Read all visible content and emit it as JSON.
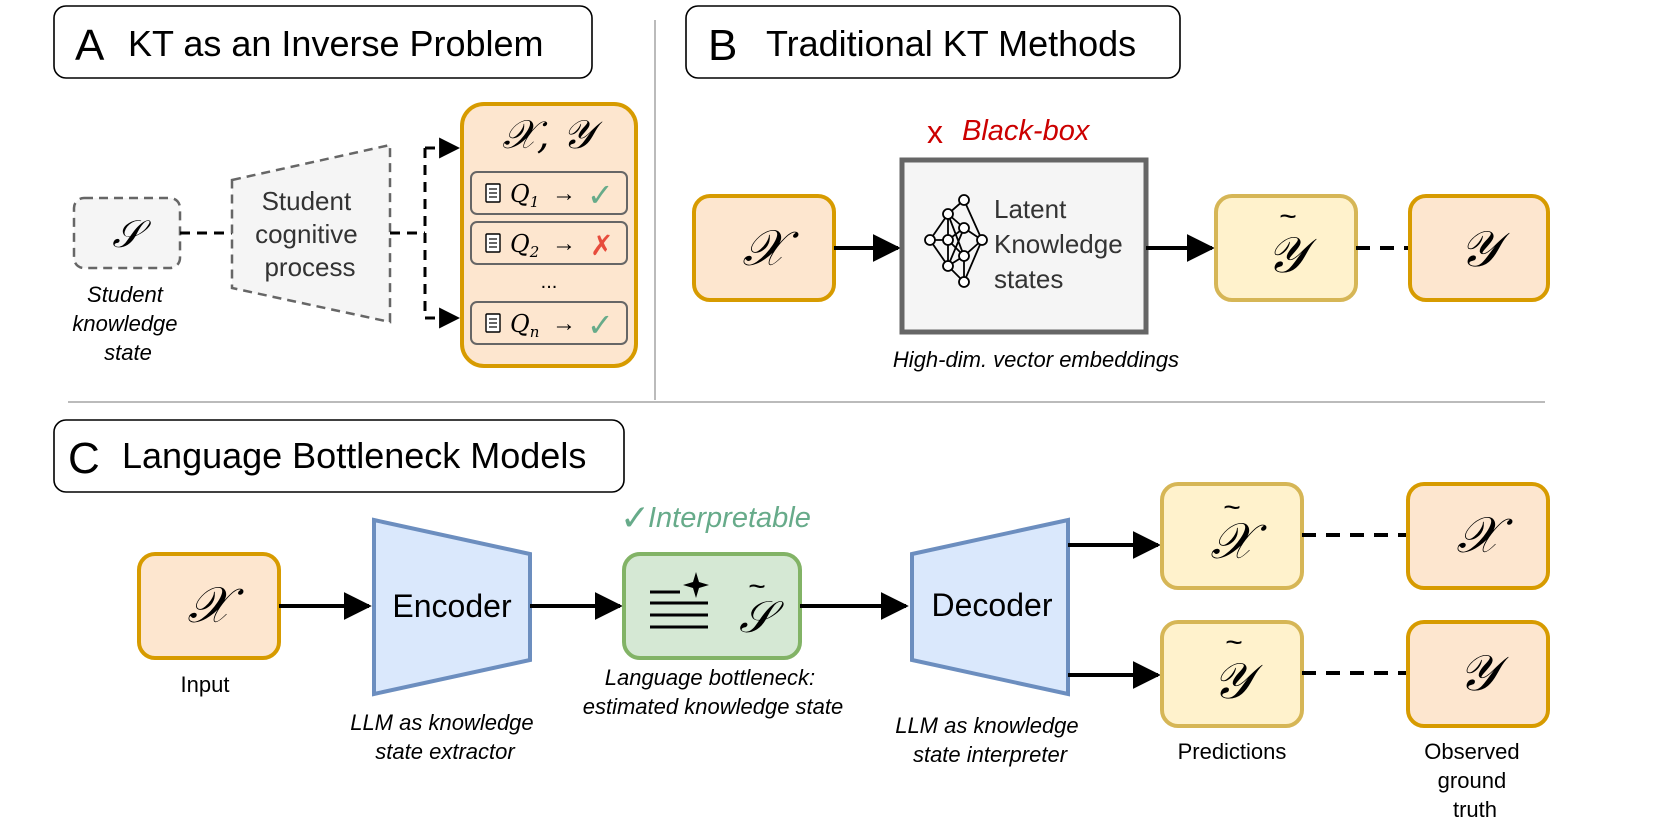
{
  "panels": {
    "a": {
      "letter": "A",
      "title": "KT as an Inverse Problem"
    },
    "b": {
      "letter": "B",
      "title": "Traditional KT Methods"
    },
    "c": {
      "letter": "C",
      "title": "Language Bottleneck Models"
    }
  },
  "panel_a": {
    "state_symbol": "𝒮",
    "state_caption": [
      "Student",
      "knowledge",
      "state"
    ],
    "process_label": [
      "Student",
      "cognitive",
      "process"
    ],
    "observation_header": "𝒳, 𝒴",
    "questions": [
      {
        "q": "Q",
        "sub": "1",
        "arrow": "→",
        "result": "✓"
      },
      {
        "q": "Q",
        "sub": "2",
        "arrow": "→",
        "result": "✗"
      },
      {
        "q": "Q",
        "sub": "n",
        "arrow": "→",
        "result": "✓"
      }
    ],
    "ellipsis": "..."
  },
  "panel_b": {
    "input_symbol": "𝒳",
    "blackbox_mark": "x",
    "blackbox_label": "Black-box",
    "latent_label": [
      "Latent",
      "Knowledge",
      "states"
    ],
    "latent_caption": "High-dim. vector embeddings",
    "prediction_symbol": "𝒴",
    "prediction_tilde": "~",
    "target_symbol": "𝒴"
  },
  "panel_c": {
    "input_symbol": "𝒳",
    "input_caption": "Input",
    "encoder_label": "Encoder",
    "encoder_caption": [
      "LLM as knowledge",
      "state extractor"
    ],
    "interpretable_mark": "✓",
    "interpretable_label": "Interpretable",
    "bottleneck_symbol": "𝒮",
    "bottleneck_tilde": "~",
    "bottleneck_caption": [
      "Language bottleneck:",
      "estimated knowledge state"
    ],
    "decoder_label": "Decoder",
    "decoder_caption": [
      "LLM as knowledge",
      "state interpreter"
    ],
    "pred_x_symbol": "𝒳",
    "pred_y_symbol": "𝒴",
    "pred_tilde": "~",
    "predictions_caption": "Predictions",
    "gt_x_symbol": "𝒳",
    "gt_y_symbol": "𝒴",
    "ground_truth_caption": [
      "Observed",
      "ground",
      "truth"
    ]
  },
  "colors": {
    "orange_fill": "#fde6cf",
    "orange_stroke": "#d79b00",
    "yellow_fill": "#fff2cc",
    "yellow_stroke": "#d6b656",
    "blue_fill": "#dae8fc",
    "blue_stroke": "#6c8ebf",
    "green_fill": "#d5e8d4",
    "green_stroke": "#82b366",
    "gray_fill": "#f5f5f5",
    "gray_stroke": "#666666",
    "red": "#cc0000",
    "green_text": "#67ab8a",
    "divider": "#bbbbbb"
  }
}
